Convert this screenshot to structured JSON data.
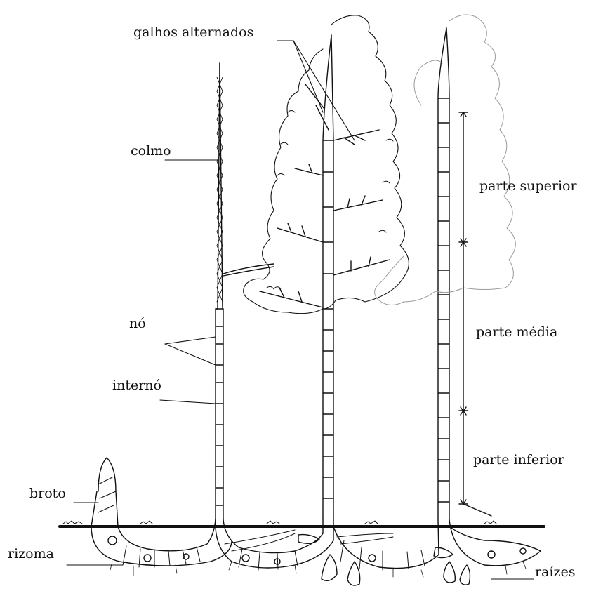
{
  "labels": {
    "galhos": "galhos alternados",
    "colmo": "colmo",
    "no": "nó",
    "interno": "internó",
    "broto": "broto",
    "rizoma": "rizoma",
    "raizes": "raízes",
    "superior": "parte superior",
    "media": "parte média",
    "inferior": "parte inferior"
  },
  "colors": {
    "ink": "#111111",
    "foliage_faint": "#9a9a9a"
  }
}
